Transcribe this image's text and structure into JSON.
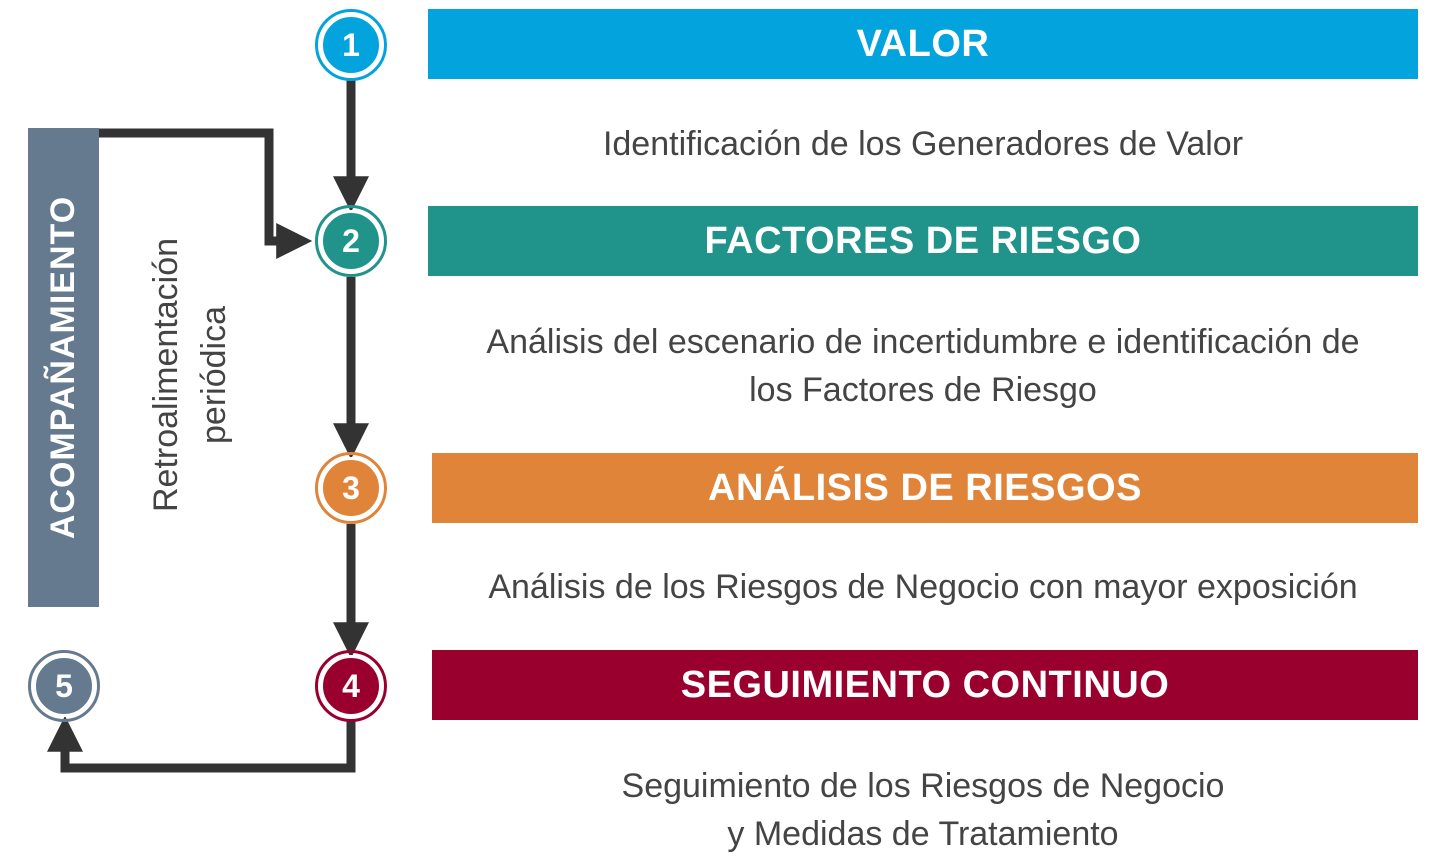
{
  "steps": [
    {
      "number": "1",
      "title": "VALOR",
      "color": "#03a4dd",
      "description": [
        "Identificación de los Generadores de Valor"
      ]
    },
    {
      "number": "2",
      "title": "FACTORES DE RIESGO",
      "color": "#20938a",
      "description": [
        "Análisis del escenario de incertidumbre e identificación de",
        "los Factores de Riesgo"
      ]
    },
    {
      "number": "3",
      "title": "ANÁLISIS DE RIESGOS",
      "color": "#e0843a",
      "description": [
        "Análisis de los Riesgos de Negocio con mayor exposición"
      ]
    },
    {
      "number": "4",
      "title": "SEGUIMIENTO CONTINUO",
      "color": "#9a002e",
      "description": [
        "Seguimiento de los Riesgos de Negocio",
        "y Medidas de Tratamiento"
      ]
    }
  ],
  "step5": {
    "number": "5",
    "color": "#657a8f"
  },
  "side_panel": {
    "label": "ACOMPAÑAMIENTO",
    "color": "#657a8f"
  },
  "feedback": {
    "lines": [
      "Retroalimentación",
      "periódica"
    ]
  },
  "arrow_color": "#333333"
}
